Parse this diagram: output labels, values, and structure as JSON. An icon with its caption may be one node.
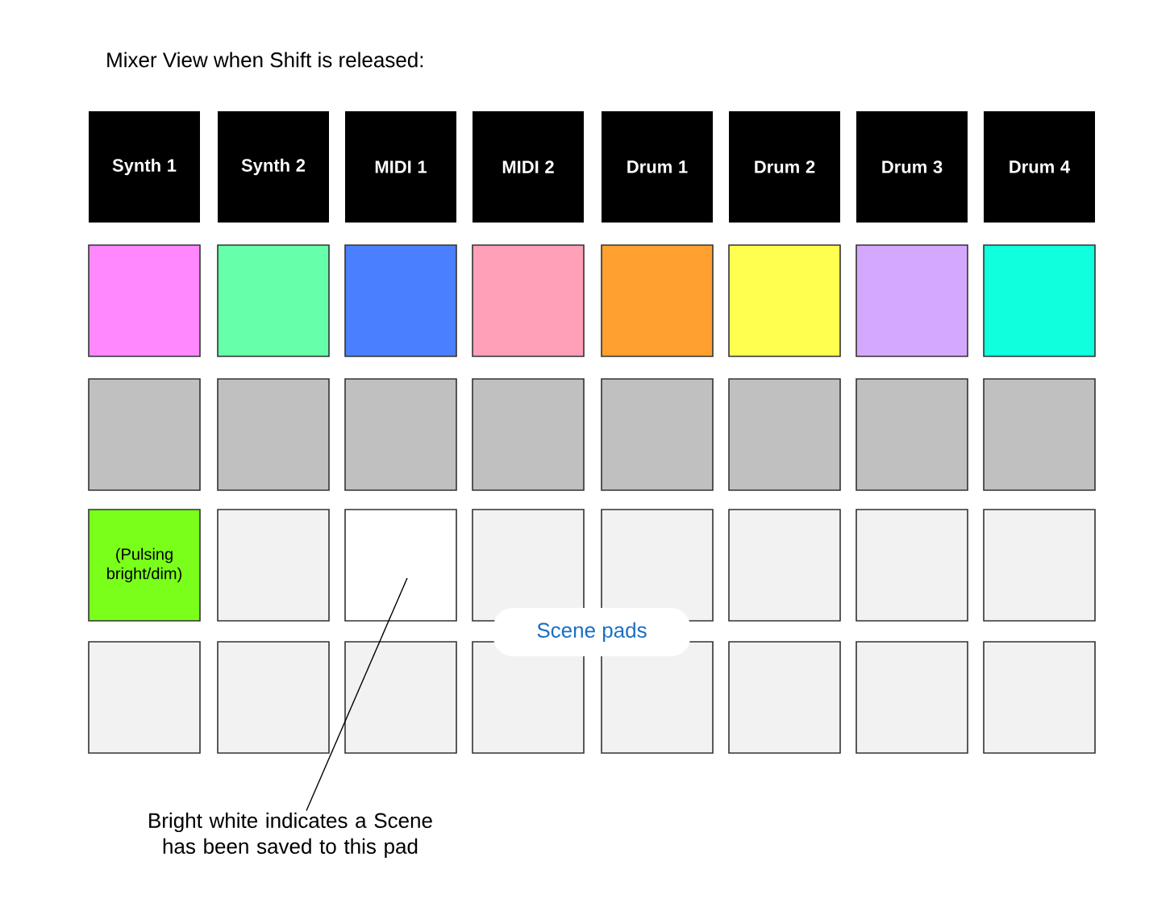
{
  "diagram": {
    "title": "Mixer View when Shift is released:",
    "nodes": [
      {
        "text": [
          "Synth 1"
        ]
      },
      {
        "text": [
          "Synth 2"
        ]
      },
      {
        "text": [
          "MIDI 1"
        ]
      },
      {
        "text": [
          "MIDI 2"
        ]
      },
      {
        "text": [
          "Drum 1"
        ]
      },
      {
        "text": [
          "Drum 2"
        ]
      },
      {
        "text": [
          "Drum 3"
        ]
      },
      {
        "text": [
          "Drum 4"
        ]
      },
      {
        "text": [],
        "shape": "box"
      },
      {
        "text": [],
        "shape": "box"
      },
      {
        "text": [],
        "shape": "box"
      },
      {
        "text": [],
        "shape": "box"
      },
      {
        "text": [],
        "shape": "box"
      },
      {
        "text": [],
        "shape": "box"
      },
      {
        "text": [],
        "shape": "box"
      },
      {
        "text": [],
        "shape": "box"
      },
      {
        "text": [],
        "shape": "box"
      },
      {
        "text": [],
        "shape": "box"
      },
      {
        "text": [],
        "shape": "box"
      },
      {
        "text": [],
        "shape": "box"
      },
      {
        "text": [],
        "shape": "box"
      },
      {
        "text": [],
        "shape": "box"
      },
      {
        "text": [],
        "shape": "box"
      },
      {
        "text": [],
        "shape": "box"
      },
      {
        "text": [
          "(Pulsing bright/dim)"
        ]
      },
      {
        "text": [],
        "shape": "box"
      },
      {
        "text": [],
        "shape": "box"
      },
      {
        "text": [],
        "shape": "box"
      },
      {
        "text": [],
        "shape": "box"
      },
      {
        "text": [],
        "shape": "box"
      },
      {
        "text": [],
        "shape": "box"
      },
      {
        "text": [],
        "shape": "box"
      },
      {
        "text": [],
        "shape": "box"
      },
      {
        "text": [],
        "shape": "box"
      },
      {
        "text": [],
        "shape": "box"
      },
      {
        "text": [],
        "shape": "box"
      },
      {
        "text": [],
        "shape": "box"
      },
      {
        "text": [],
        "shape": "box"
      },
      {
        "text": [],
        "shape": "box"
      },
      {
        "text": [],
        "shape": "box"
      },
      {
        "text": [
          "Scene pads"
        ]
      },
      {
        "text": [
          "Bright white indicates a Scene has been saved to this pad"
        ]
      }
    ],
    "edges": [
      {
        "from": 41,
        "to": 26,
        "arrow": "none"
      }
    ]
  }
}
